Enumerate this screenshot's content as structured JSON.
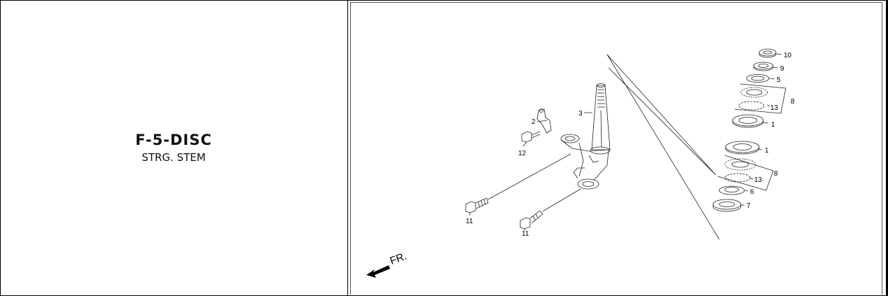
{
  "section": {
    "code": "F-5-DISC",
    "title": "STRG. STEM"
  },
  "diagram": {
    "direction_label": "FR.",
    "part_labels": {
      "p10": "10",
      "p9": "9",
      "p5": "5",
      "p8a": "8",
      "p13a": "13",
      "p1a": "1",
      "p1b": "1",
      "p8b": "8",
      "p13b": "13",
      "p6": "6",
      "p7": "7",
      "p3": "3",
      "p2": "2",
      "p12": "12",
      "p11a": "11",
      "p11b": "11"
    }
  }
}
